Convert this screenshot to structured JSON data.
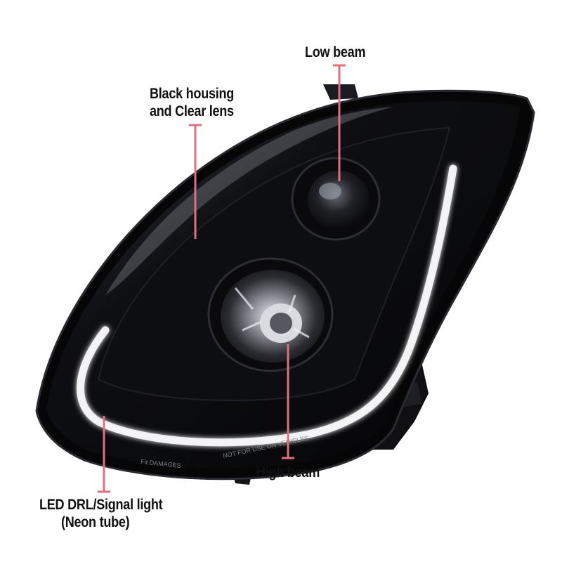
{
  "callouts": {
    "low_beam": "Low beam",
    "housing_line1": "Black housing",
    "housing_line2": "and Clear lens",
    "high_beam": "High beam",
    "drl_line1": "LED DRL/Signal light",
    "drl_line2": "(Neon tube)"
  },
  "lens_markings": {
    "left": "Fit DAMAGES",
    "right": "NOT FOR USE ON VEHICLES"
  },
  "colors": {
    "callout_line": "#e0707f",
    "housing": "#0b0b0d",
    "drl_glow": "#f4f4f6",
    "label_text": "#111111"
  }
}
